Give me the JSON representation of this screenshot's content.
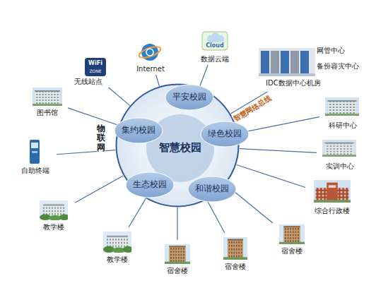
{
  "diagram": {
    "nodes": [
      {
        "text": [
          "智慧校园"
        ]
      },
      {
        "text": [
          "平安校园"
        ],
        "in": 0
      },
      {
        "text": [
          "绿色校园"
        ],
        "in": 0
      },
      {
        "text": [
          "和谐校园"
        ],
        "in": 0
      },
      {
        "text": [
          "生态校园"
        ],
        "in": 0
      },
      {
        "text": [
          "集约校园"
        ],
        "in": 0
      },
      {
        "text": [
          "无线站点"
        ]
      },
      {
        "text": [
          "Internet"
        ]
      },
      {
        "text": [
          "数据云端"
        ]
      },
      {
        "text": [
          "网管中心",
          "备份容灾中心",
          "IDC数据中心机房"
        ]
      },
      {
        "text": [
          "科研中心"
        ]
      },
      {
        "text": [
          "实训中心"
        ]
      },
      {
        "text": [
          "综合行政楼"
        ]
      },
      {
        "text": [
          "宿舍楼"
        ]
      },
      {
        "text": [
          "宿舍楼"
        ]
      },
      {
        "text": [
          "宿舍楼"
        ]
      },
      {
        "text": [
          "教学楼"
        ]
      },
      {
        "text": [
          "教学楼"
        ]
      },
      {
        "text": [
          "自助终端"
        ]
      },
      {
        "text": [
          "图书馆"
        ]
      }
    ],
    "edges": [
      {
        "from": 0,
        "to": 6,
        "arrow": "none"
      },
      {
        "from": 0,
        "to": 7,
        "arrow": "none"
      },
      {
        "from": 0,
        "to": 8,
        "arrow": "none"
      },
      {
        "from": 0,
        "to": 9,
        "label": "智慧网络总线",
        "arrow": "none"
      },
      {
        "from": 0,
        "to": 10,
        "arrow": "none"
      },
      {
        "from": 0,
        "to": 11,
        "arrow": "none"
      },
      {
        "from": 0,
        "to": 12,
        "arrow": "none"
      },
      {
        "from": 0,
        "to": 13,
        "arrow": "none"
      },
      {
        "from": 0,
        "to": 14,
        "arrow": "none"
      },
      {
        "from": 0,
        "to": 15,
        "arrow": "none"
      },
      {
        "from": 0,
        "to": 16,
        "arrow": "none"
      },
      {
        "from": 0,
        "to": 17,
        "arrow": "none"
      },
      {
        "from": 0,
        "to": 18,
        "arrow": "none"
      },
      {
        "from": 0,
        "to": 19,
        "arrow": "none"
      }
    ],
    "labels": [
      "物联网",
      "WiFi",
      "ZONE",
      "Cloud"
    ]
  }
}
